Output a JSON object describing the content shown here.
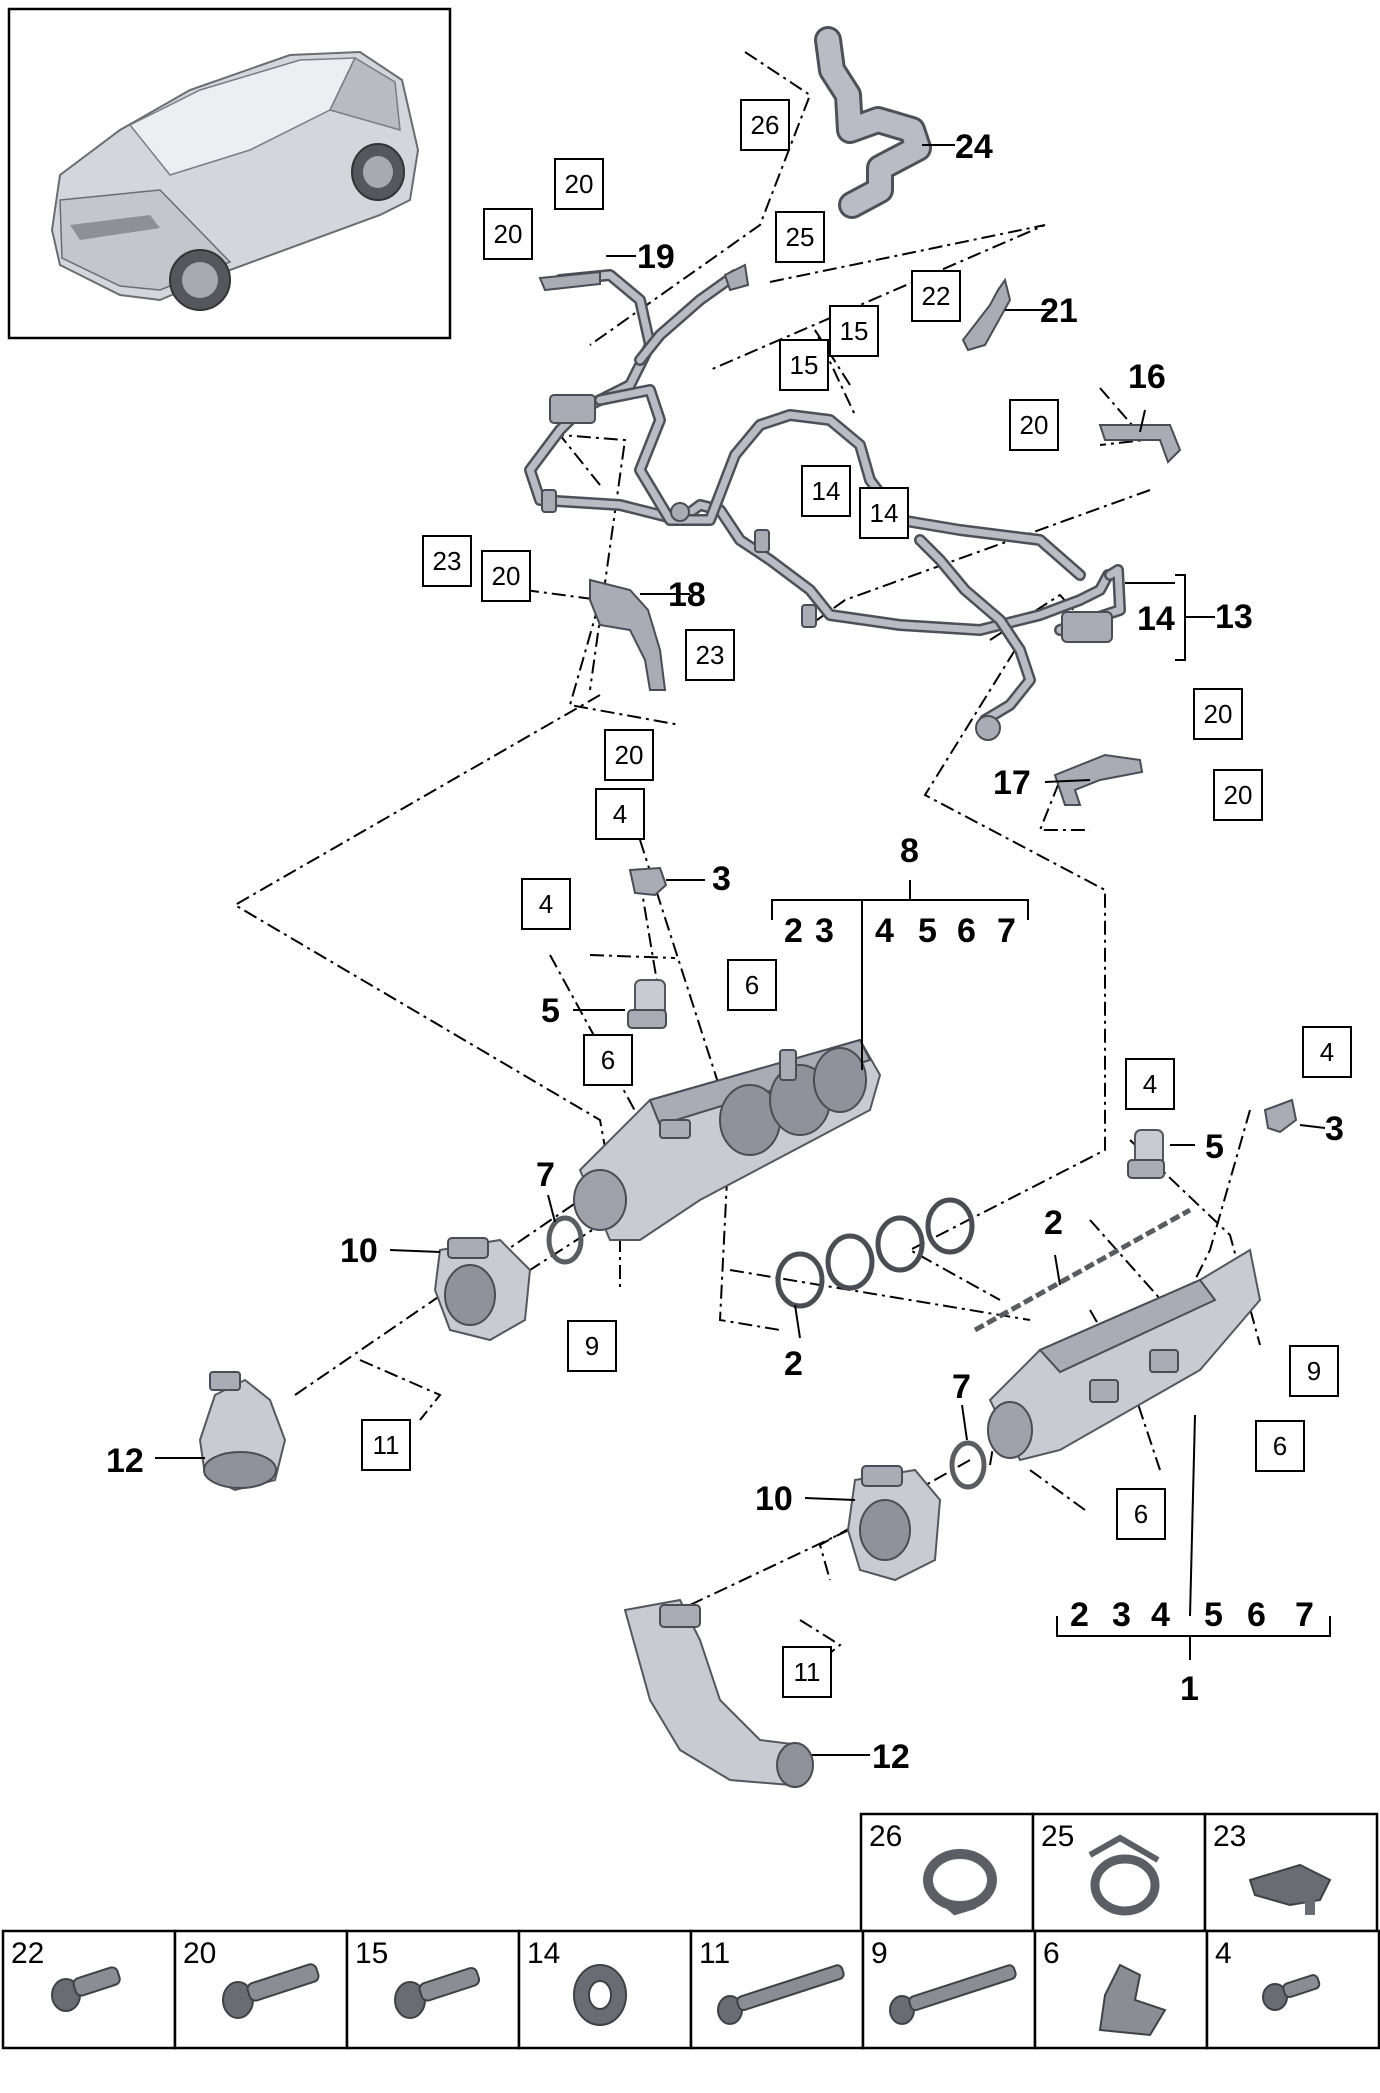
{
  "callouts": {
    "n1": "1",
    "n2": "2",
    "n3": "3",
    "n4": "4",
    "n5": "5",
    "n6": "6",
    "n7": "7",
    "n8": "8",
    "n9": "9",
    "n10": "10",
    "n11": "11",
    "n12": "12",
    "n13": "13",
    "n14": "14",
    "n15": "15",
    "n16": "16",
    "n17": "17",
    "n18": "18",
    "n19": "19",
    "n20": "20",
    "n21": "21",
    "n22": "22",
    "n23": "23",
    "n24": "24",
    "n25": "25",
    "n26": "26"
  },
  "groups": {
    "assembly_8_label": "8",
    "assembly_8_members": [
      "2",
      "3",
      "4",
      "5",
      "6",
      "7"
    ],
    "assembly_1_label": "1",
    "assembly_1_members": [
      "2",
      "3",
      "4",
      "5",
      "6",
      "7"
    ],
    "assembly_13_label": "13",
    "assembly_13_members": [
      "14"
    ]
  },
  "fastener_table": {
    "top_row": [
      {
        "id": "26",
        "icon": "hose-clamp-icon"
      },
      {
        "id": "25",
        "icon": "hose-clip-icon"
      },
      {
        "id": "23",
        "icon": "holder-clip-icon"
      }
    ],
    "bottom_row": [
      {
        "id": "22",
        "icon": "short-bolt-icon"
      },
      {
        "id": "20",
        "icon": "bolt-icon"
      },
      {
        "id": "15",
        "icon": "bolt-icon"
      },
      {
        "id": "14",
        "icon": "nut-icon"
      },
      {
        "id": "11",
        "icon": "long-screw-icon"
      },
      {
        "id": "9",
        "icon": "long-screw-icon"
      },
      {
        "id": "6",
        "icon": "spring-clip-icon"
      },
      {
        "id": "4",
        "icon": "small-screw-icon"
      }
    ]
  }
}
